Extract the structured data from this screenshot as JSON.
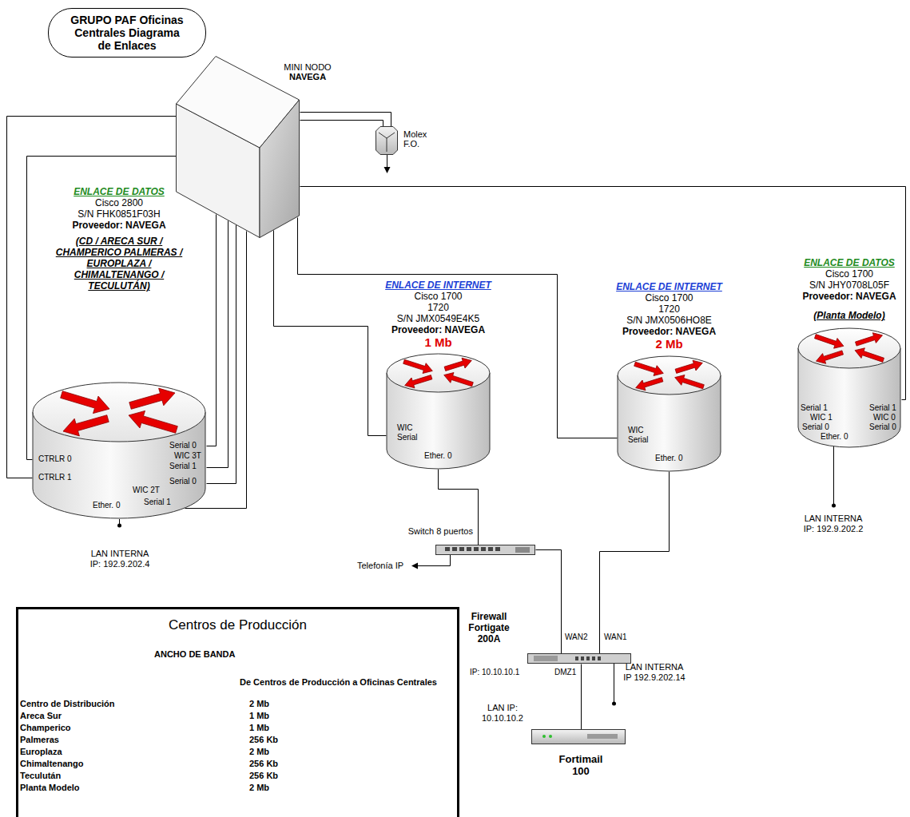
{
  "diagram": {
    "title": "GRUPO PAF Oficinas Centrales Diagrama de Enlaces",
    "nodes": [
      {
        "text": [
          "MINI NODO",
          "NAVEGA"
        ]
      },
      {
        "text": [
          "Molex F.O."
        ]
      },
      {
        "text": [
          "ENLACE DE DATOS",
          "Cisco 2800",
          "S/N FHK0851F03H",
          "Proveedor: NAVEGA",
          "(CD / ARECA SUR / CHAMPERICO PALMERAS / EUROPLAZA / CHIMALTENANGO / TECULUTÁN)"
        ]
      },
      {
        "text": [
          "ENLACE DE INTERNET",
          "Cisco 1700 1720",
          "S/N JMX0549E4K5",
          "Proveedor: NAVEGA",
          "1 Mb"
        ]
      },
      {
        "text": [
          "ENLACE DE INTERNET",
          "Cisco 1700 1720",
          "S/N JMX0506HO8E",
          "Proveedor: NAVEGA",
          "2 Mb"
        ]
      },
      {
        "text": [
          "ENLACE DE DATOS",
          "Cisco 1700",
          "S/N JHY0708L05F",
          "Proveedor: NAVEGA",
          "(Planta Modelo)"
        ]
      },
      {
        "text": [
          "Switch 8 puertos"
        ]
      },
      {
        "text": [
          "Firewall Fortigate 200A"
        ]
      },
      {
        "text": [
          "Fortimail 100"
        ]
      },
      {
        "text": [
          "Centros de Producción"
        ]
      }
    ],
    "edges": [
      {
        "from": 2,
        "to": 0,
        "arrow": "none"
      },
      {
        "from": 2,
        "to": 0,
        "arrow": "none"
      },
      {
        "from": 2,
        "to": 0,
        "arrow": "none"
      },
      {
        "from": 2,
        "to": 0,
        "arrow": "none"
      },
      {
        "from": 2,
        "to": 0,
        "arrow": "none"
      },
      {
        "from": 2,
        "to": 0,
        "arrow": "none"
      },
      {
        "from": 0,
        "to": 1,
        "arrow": "none"
      },
      {
        "from": 0,
        "to": 1,
        "arrow": "none"
      },
      {
        "from": 0,
        "to": 5,
        "arrow": "none"
      },
      {
        "from": 0,
        "to": 3,
        "arrow": "none"
      },
      {
        "from": 0,
        "to": 4,
        "arrow": "none"
      },
      {
        "from": 3,
        "to": 6,
        "arrow": "none"
      },
      {
        "from": 6,
        "to": 7,
        "arrow": "none"
      },
      {
        "from": 4,
        "to": 7,
        "arrow": "none"
      },
      {
        "from": 7,
        "to": 8,
        "arrow": "none"
      }
    ],
    "labels": [
      "CTRLR 0",
      "CTRLR 1",
      "Serial 0",
      "WIC 3T",
      "Serial 1",
      "Serial 0",
      "WIC 2T",
      "Serial 1",
      "Ether. 0",
      "LAN INTERNA IP: 192.9.202.4",
      "WIC Serial",
      "Ether. 0",
      "WIC Serial",
      "Ether. 0",
      "Serial 1",
      "WIC 1",
      "Serial 0",
      "Ether. 0",
      "Serial 1",
      "WIC 0",
      "Serial 0",
      "LAN INTERNA IP: 192.9.202.2",
      "Telefonía IP",
      "WAN2",
      "WAN1",
      "IP: 10.10.10.1",
      "DMZ1",
      "LAN INTERNA IP 192.9.202.14",
      "LAN IP: 10.10.10.2",
      "ANCHO DE BANDA",
      "De Centros de Producción a Oficinas Centrales",
      "Centro de Distribución",
      "2 Mb",
      "Areca Sur",
      "1 Mb",
      "Champerico",
      "1 Mb",
      "Palmeras",
      "256 Kb",
      "Europlaza",
      "2 Mb",
      "Chimaltenango",
      "256 Kb",
      "Teculután",
      "256 Kb",
      "Planta Modelo",
      "2 Mb"
    ]
  }
}
